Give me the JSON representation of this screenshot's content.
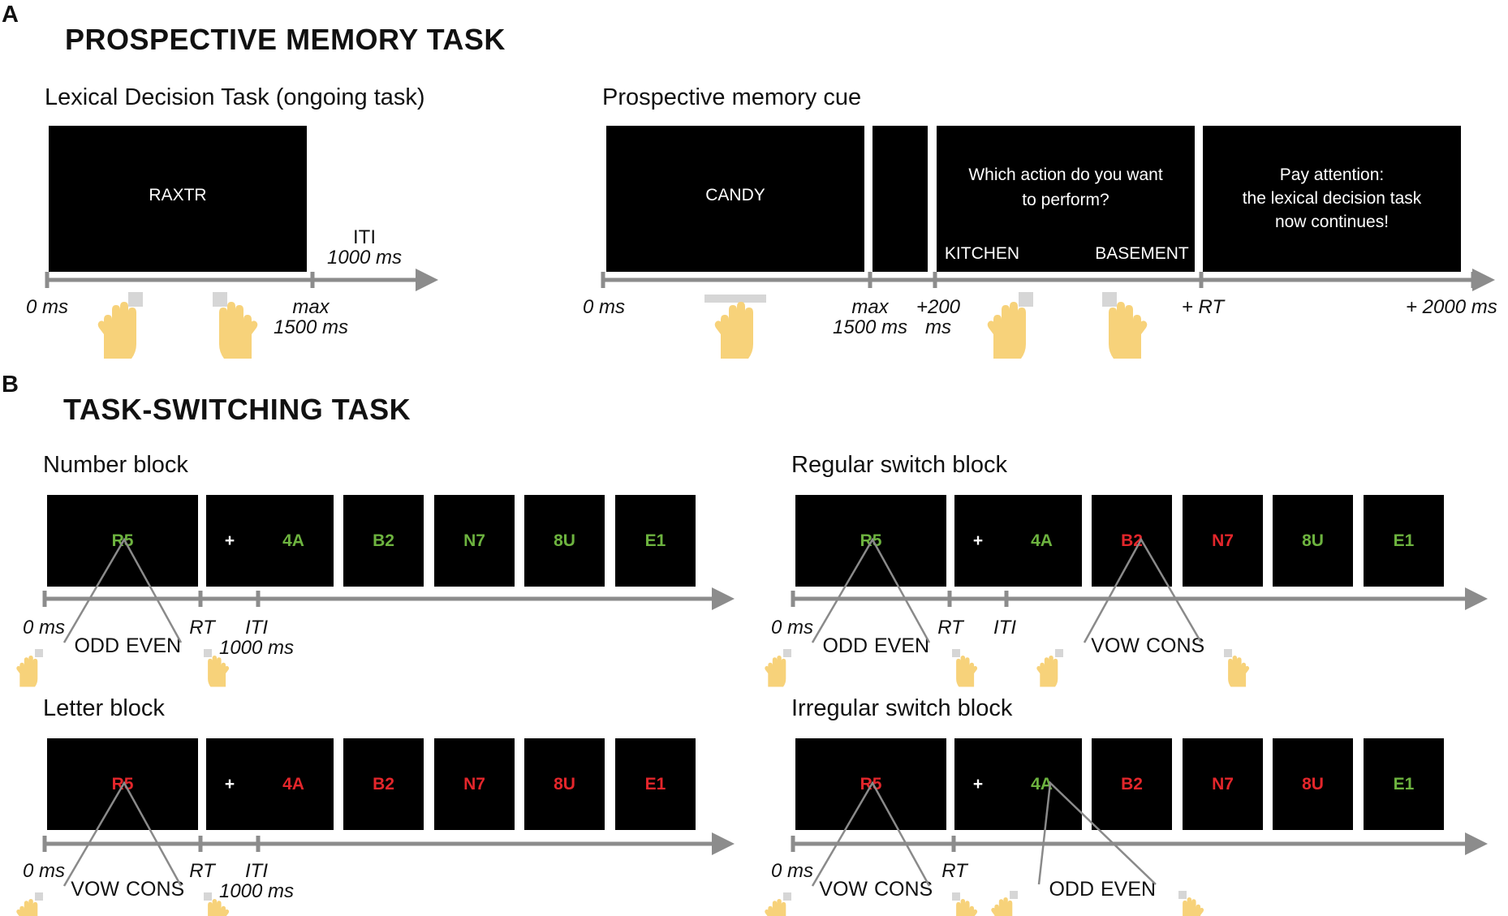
{
  "panels": {
    "a": {
      "letter": "A",
      "title": "PROSPECTIVE MEMORY TASK",
      "lexical": {
        "subtitle": "Lexical Decision Task (ongoing task)",
        "stimulus": "RAXTR",
        "iti_label": "ITI",
        "iti_value": "1000 ms",
        "t0": "0 ms",
        "max_label": "max",
        "max_value": "1500 ms"
      },
      "pm": {
        "subtitle": "Prospective memory cue",
        "stimulus": "CANDY",
        "question_line1": "Which action do you want",
        "question_line2": "to perform?",
        "option_left": "KITCHEN",
        "option_right": "BASEMENT",
        "attention_line1": "Pay attention:",
        "attention_line2": "the lexical decision task",
        "attention_line3": "now continues!",
        "t0": "0 ms",
        "max_label": "max",
        "max_value": "1500 ms",
        "plus200_label": "+200",
        "plus200_unit": "ms",
        "rt_label": "+ RT",
        "end_label": "+ 2000 ms"
      }
    },
    "b": {
      "letter": "B",
      "title": "TASK-SWITCHING TASK",
      "fixation": "+",
      "blocks": [
        {
          "name": "Number block",
          "stimuli": [
            {
              "text": "R5",
              "color": "#6db33f"
            },
            {
              "text": "4A",
              "color": "#6db33f"
            },
            {
              "text": "B2",
              "color": "#6db33f"
            },
            {
              "text": "N7",
              "color": "#6db33f"
            },
            {
              "text": "8U",
              "color": "#6db33f"
            },
            {
              "text": "E1",
              "color": "#6db33f"
            }
          ],
          "t0": "0 ms",
          "rt": "RT",
          "iti": "ITI",
          "iti_value": "1000 ms",
          "responses": [
            {
              "left": "ODD",
              "right": "EVEN"
            }
          ]
        },
        {
          "name": "Regular switch block",
          "stimuli": [
            {
              "text": "R5",
              "color": "#6db33f"
            },
            {
              "text": "4A",
              "color": "#6db33f"
            },
            {
              "text": "B2",
              "color": "#e3262b"
            },
            {
              "text": "N7",
              "color": "#e3262b"
            },
            {
              "text": "8U",
              "color": "#6db33f"
            },
            {
              "text": "E1",
              "color": "#6db33f"
            }
          ],
          "t0": "0 ms",
          "rt": "RT",
          "iti": "ITI",
          "iti_value": "",
          "responses": [
            {
              "left": "ODD",
              "right": "EVEN"
            },
            {
              "left": "VOW",
              "right": "CONS"
            }
          ]
        },
        {
          "name": "Letter block",
          "stimuli": [
            {
              "text": "R5",
              "color": "#e3262b"
            },
            {
              "text": "4A",
              "color": "#e3262b"
            },
            {
              "text": "B2",
              "color": "#e3262b"
            },
            {
              "text": "N7",
              "color": "#e3262b"
            },
            {
              "text": "8U",
              "color": "#e3262b"
            },
            {
              "text": "E1",
              "color": "#e3262b"
            }
          ],
          "t0": "0 ms",
          "rt": "RT",
          "iti": "ITI",
          "iti_value": "1000 ms",
          "responses": [
            {
              "left": "VOW",
              "right": "CONS"
            }
          ]
        },
        {
          "name": "Irregular switch block",
          "stimuli": [
            {
              "text": "R5",
              "color": "#e3262b"
            },
            {
              "text": "4A",
              "color": "#6db33f"
            },
            {
              "text": "B2",
              "color": "#e3262b"
            },
            {
              "text": "N7",
              "color": "#e3262b"
            },
            {
              "text": "8U",
              "color": "#e3262b"
            },
            {
              "text": "E1",
              "color": "#6db33f"
            }
          ],
          "t0": "0 ms",
          "rt": "RT",
          "iti": "",
          "iti_value": "",
          "responses": [
            {
              "left": "VOW",
              "right": "CONS"
            },
            {
              "left": "ODD",
              "right": "EVEN"
            }
          ]
        }
      ]
    }
  },
  "colors": {
    "screen": "#000000",
    "timeline": "#8c8c8c",
    "hand": "#f7d27a",
    "key": "#d6d6d6",
    "connector": "#8a8a8a"
  },
  "icons": [
    "hand-icon",
    "key-square-icon"
  ]
}
